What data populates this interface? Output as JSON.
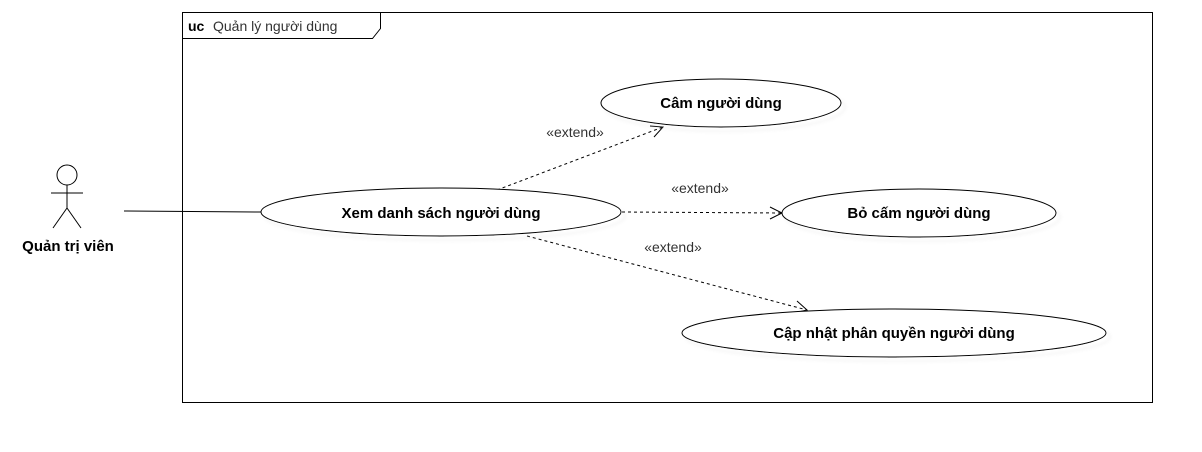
{
  "frame": {
    "keyword": "uc",
    "name": "Quản lý người dùng"
  },
  "actor": {
    "name": "Quản trị viên"
  },
  "use_cases": {
    "view_list": "Xem danh sách người dùng",
    "ban_user": "Câm người dùng",
    "unban_user": "Bỏ cấm người dùng",
    "update_permission": "Cập nhật phân quyền người dùng"
  },
  "relations": {
    "extend_ban": "«extend»",
    "extend_unban": "«extend»",
    "extend_permission": "«extend»"
  }
}
